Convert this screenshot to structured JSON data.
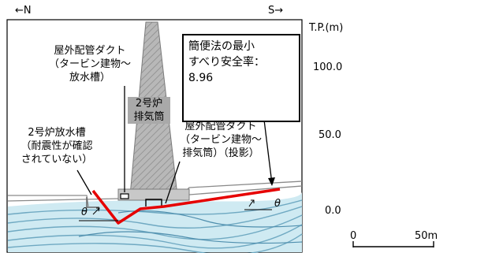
{
  "directions": {
    "left": "←N",
    "right": "S→"
  },
  "axis": {
    "unit": "T.P.(m)",
    "ticks": [
      "100.0",
      "50.0",
      "0.0"
    ]
  },
  "scale_bar": {
    "start": "0",
    "end": "50m"
  },
  "labels": {
    "duct_turbine_discharge": [
      "屋外配管ダクト",
      "（タービン建物～",
      "放水槽）"
    ],
    "stack": [
      "2号炉",
      "排気筒"
    ],
    "duct_turbine_stack": [
      "屋外配管ダクト",
      "（タービン建物～",
      "排気筒）（投影）"
    ],
    "discharge_tank": [
      "2号炉放水槽",
      "（耐震性が確認",
      "されていない）"
    ],
    "angle_symbol": "θ"
  },
  "note": {
    "lines": [
      "簡便法の最小",
      "すべり安全率：",
      "8.96"
    ]
  },
  "colors": {
    "slip_line": "#e60000",
    "sea": "#bfe4ee",
    "frame": "#000000",
    "stack_fill": "#a8a8a8"
  }
}
